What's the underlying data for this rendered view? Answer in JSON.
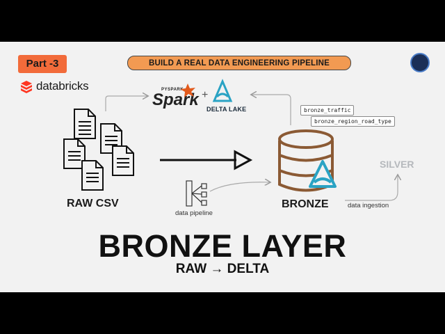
{
  "badge": {
    "part": "Part -3"
  },
  "banner": {
    "title": "BUILD A REAL DATA ENGINEERING PIPELINE"
  },
  "brands": {
    "databricks": "databricks",
    "pyspark_small": "PYSPARK",
    "spark": "Spark",
    "plus": "+",
    "delta_lake": "DELTA LAKE"
  },
  "tables": [
    "bronze_traffic",
    "bronze_region_road_type"
  ],
  "nodes": {
    "raw": "RAW CSV",
    "bronze": "BRONZE",
    "silver": "SILVER"
  },
  "edges": {
    "pipeline": "data pipeline",
    "ingestion": "data ingestion"
  },
  "heading": {
    "title": "BRONZE LAYER",
    "subtitle": "RAW → DELTA"
  },
  "colors": {
    "badge": "#f26b3a",
    "banner": "#f29a52",
    "bronze": "#8b5a34",
    "delta": "#2aa3c4",
    "silver": "#b5b8bc",
    "spark": "#e25a1c"
  }
}
